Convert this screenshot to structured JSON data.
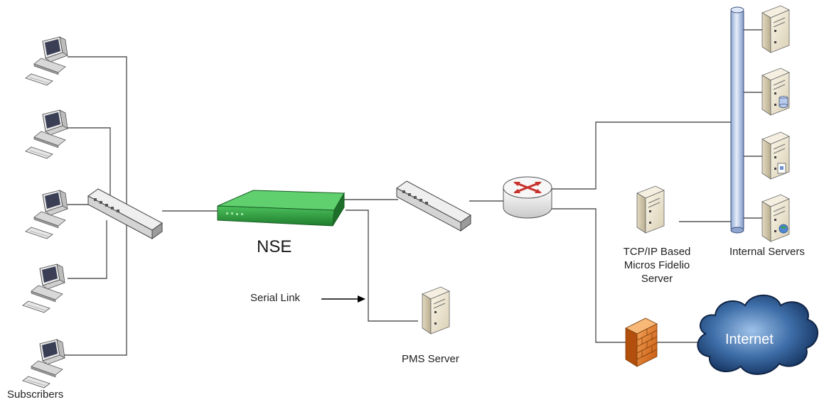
{
  "labels": {
    "nse": "NSE",
    "serial_link": "Serial Link",
    "pms_server": "PMS Server",
    "subscribers": "Subscribers",
    "internal_servers": "Internal Servers",
    "micros_line1": "TCP/IP Based",
    "micros_line2": "Micros Fidelio",
    "micros_line3": "Server",
    "internet": "Internet"
  },
  "colors": {
    "nse_green": "#2e9a3e",
    "backbone_blue": "#c7d6f0",
    "cloud_dark": "#1c3a6b",
    "firewall_orange": "#e07a1f",
    "router_red": "#c8312b",
    "line": "#555555"
  }
}
